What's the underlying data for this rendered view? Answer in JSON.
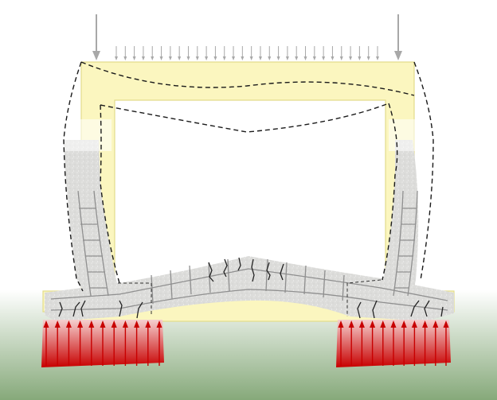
{
  "diagram": {
    "kind": "frame deformation illustration",
    "colors": {
      "ground_top": "#ffffff",
      "ground_bottom": "#86a97a",
      "frame_fill": "#fbf6bf",
      "frame_edge": "#e3dc8c",
      "concrete": "#d9d9d6",
      "rebar": "#8f8f8f",
      "load_arrow": "#a8a8a8",
      "pressure_light": "#f5d0cf",
      "pressure_dark": "#c80000",
      "crack": "#222222"
    },
    "icons": [
      "point-load-arrow",
      "distributed-load-arrow",
      "soil-pressure-arrow",
      "crack-mark"
    ],
    "distributed_load_arrow_count": 30,
    "soil_pressure_arrow_count_per_side": 11
  }
}
